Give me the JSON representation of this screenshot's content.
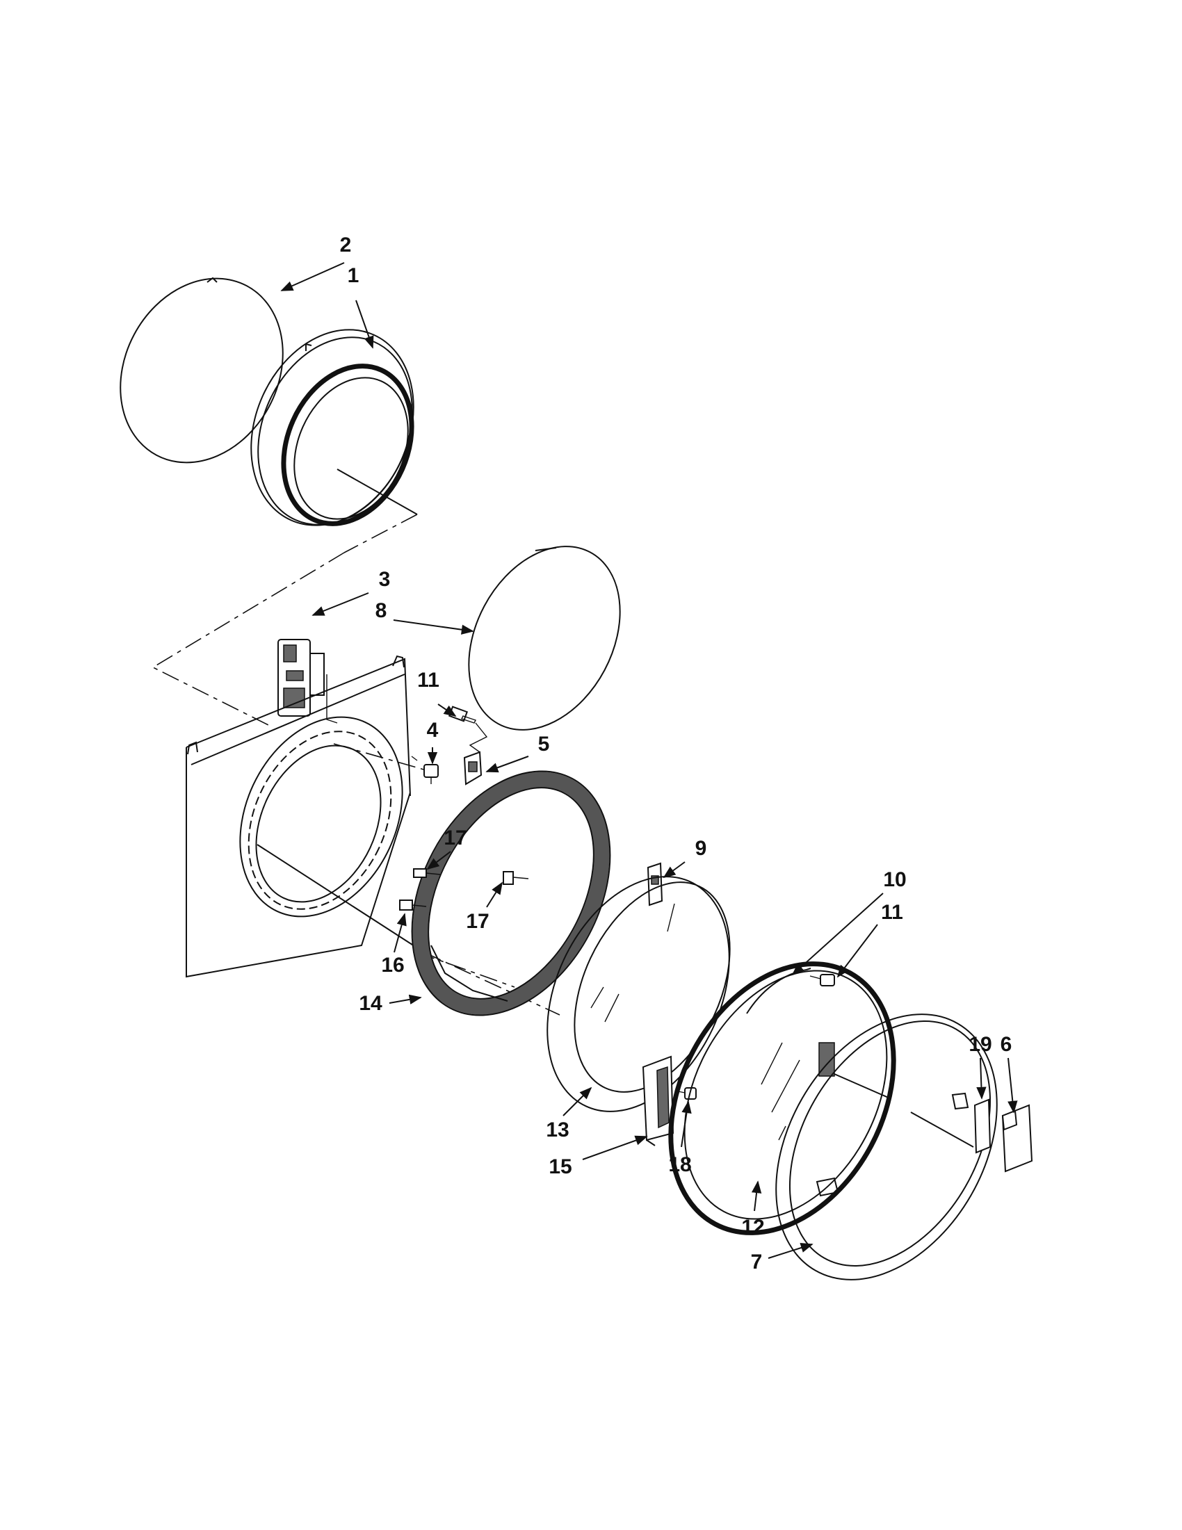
{
  "diagram": {
    "labels": [
      {
        "id": "lbl-2",
        "text": "2"
      },
      {
        "id": "lbl-1",
        "text": "1"
      },
      {
        "id": "lbl-3",
        "text": "3"
      },
      {
        "id": "lbl-8",
        "text": "8"
      },
      {
        "id": "lbl-11a",
        "text": "11"
      },
      {
        "id": "lbl-4",
        "text": "4"
      },
      {
        "id": "lbl-5",
        "text": "5"
      },
      {
        "id": "lbl-17a",
        "text": "17"
      },
      {
        "id": "lbl-17b",
        "text": "17"
      },
      {
        "id": "lbl-9",
        "text": "9"
      },
      {
        "id": "lbl-10",
        "text": "10"
      },
      {
        "id": "lbl-11b",
        "text": "11"
      },
      {
        "id": "lbl-16",
        "text": "16"
      },
      {
        "id": "lbl-14",
        "text": "14"
      },
      {
        "id": "lbl-19",
        "text": "19"
      },
      {
        "id": "lbl-6",
        "text": "6"
      },
      {
        "id": "lbl-13",
        "text": "13"
      },
      {
        "id": "lbl-15",
        "text": "15"
      },
      {
        "id": "lbl-18",
        "text": "18"
      },
      {
        "id": "lbl-12",
        "text": "12"
      },
      {
        "id": "lbl-7",
        "text": "7"
      }
    ]
  }
}
